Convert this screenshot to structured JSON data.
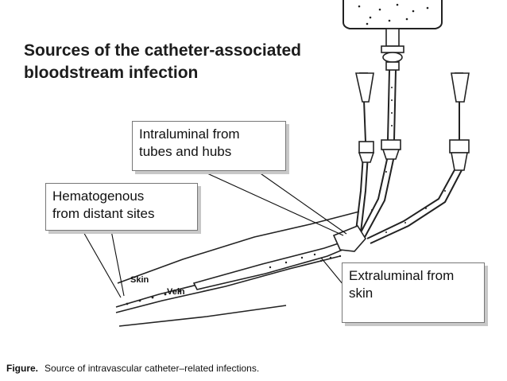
{
  "title_lines": [
    "Sources of the catheter-associated",
    "bloodstream infection"
  ],
  "callouts": {
    "intraluminal": [
      "Intraluminal from",
      "tubes and hubs"
    ],
    "hematogenous": [
      "Hematogenous",
      "from distant sites"
    ],
    "extraluminal": [
      "Extraluminal from",
      "skin"
    ]
  },
  "labels": {
    "skin": "Skin",
    "vein": "Vein"
  },
  "caption": {
    "prefix": "Figure.",
    "text": "Source of intravascular catheter–related infections."
  }
}
